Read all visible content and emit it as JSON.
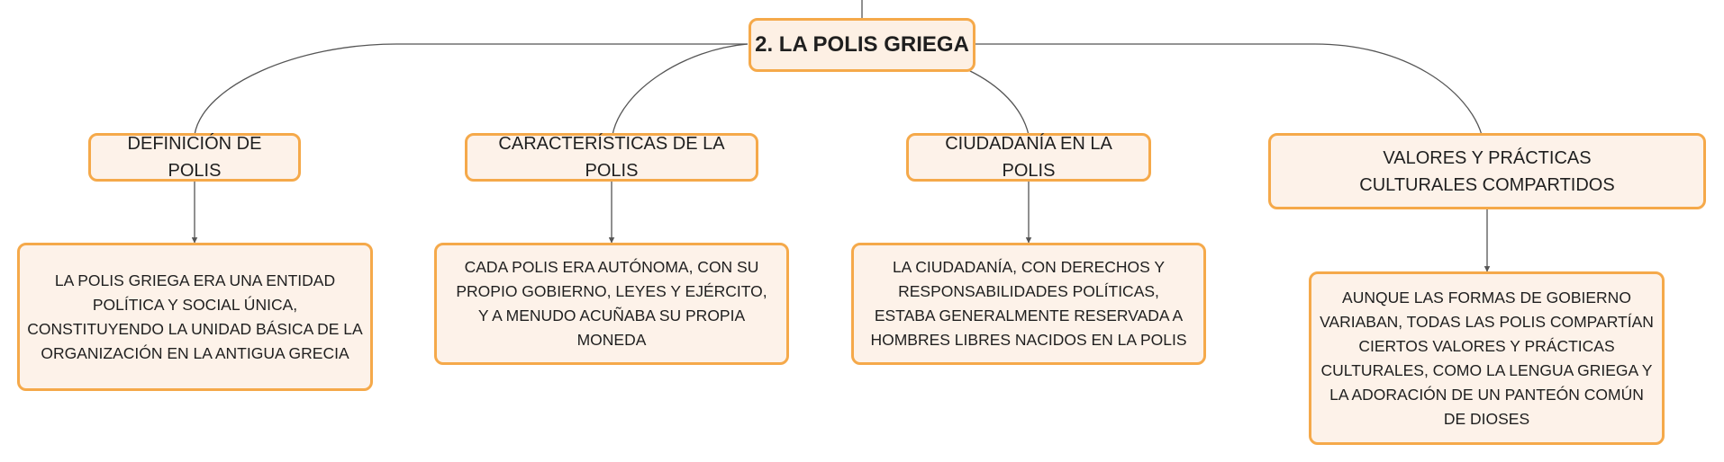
{
  "root": {
    "label": "2. LA POLIS GRIEGA"
  },
  "branches": [
    {
      "topic": "DEFINICIÓN DE POLIS",
      "detail": "LA POLIS GRIEGA ERA UNA ENTIDAD POLÍTICA Y SOCIAL ÚNICA, CONSTITUYENDO LA UNIDAD BÁSICA DE LA ORGANIZACIÓN EN LA ANTIGUA GRECIA"
    },
    {
      "topic": "CARACTERÍSTICAS DE LA POLIS",
      "detail": "CADA POLIS ERA AUTÓNOMA, CON SU PROPIO GOBIERNO, LEYES Y EJÉRCITO, Y A MENUDO ACUÑABA SU PROPIA MONEDA"
    },
    {
      "topic": "CIUDADANÍA EN LA POLIS",
      "detail": "LA CIUDADANÍA, CON DERECHOS Y RESPONSABILIDADES POLÍTICAS, ESTABA GENERALMENTE RESERVADA A HOMBRES LIBRES NACIDOS EN LA POLIS"
    },
    {
      "topic": "VALORES Y PRÁCTICAS CULTURALES COMPARTIDOS",
      "detail": "AUNQUE LAS FORMAS DE GOBIERNO VARIABAN, TODAS LAS POLIS COMPARTÍAN CIERTOS VALORES Y PRÁCTICAS CULTURALES, COMO LA LENGUA GRIEGA Y LA ADORACIÓN DE UN PANTEÓN COMÚN DE DIOSES"
    }
  ]
}
